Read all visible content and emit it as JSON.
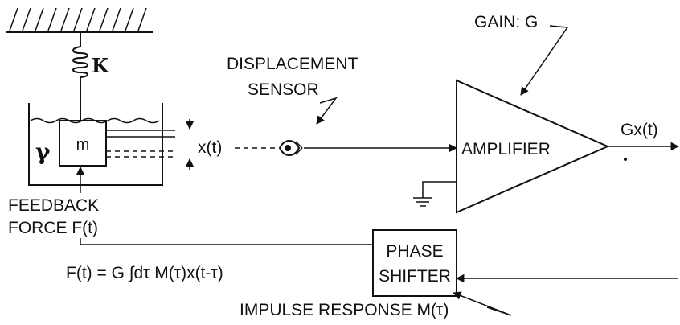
{
  "diagram": {
    "spring_label": "K",
    "damping_label": "γ",
    "mass_label": "m",
    "displacement_label": "x(t)",
    "sensor_label_line1": "DISPLACEMENT",
    "sensor_label_line2": "SENSOR",
    "gain_label": "GAIN: G",
    "amplifier_label": "AMPLIFIER",
    "output_label": "Gx(t)",
    "feedback_label_line1": "FEEDBACK",
    "feedback_label_line2": "FORCE  F(t)",
    "phase_shifter_line1": "PHASE",
    "phase_shifter_line2": "SHIFTER",
    "force_equation": "F(t) = G ∫dτ M(τ)x(t-τ)",
    "impulse_response_label": "IMPULSE RESPONSE  M(τ)"
  }
}
